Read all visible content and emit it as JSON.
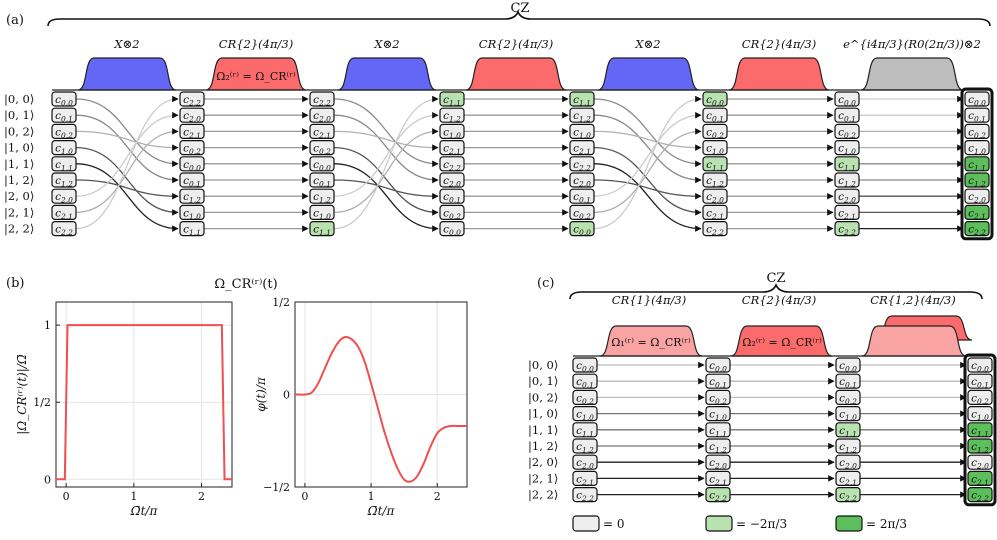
{
  "labels": {
    "panel_a": "(a)",
    "panel_b": "(b)",
    "panel_c": "(c)",
    "cz": "CZ",
    "x2": "X⊗2",
    "cr2": "CR{2}(4π/3)",
    "final_op": "e^{i4π/3}(R0(2π/3))⊗2",
    "omega2_eq": "Ω₂⁽ʳ⁾ = Ω_CR⁽ʳ⁾",
    "omega1_eq": "Ω₁⁽ʳ⁾ = Ω_CR⁽ʳ⁾",
    "omega_cr_title": "Ω_CR⁽ʳ⁾(t)",
    "cr1": "CR{1}(4π/3)",
    "cr12": "CR{1,2}(4π/3)"
  },
  "states": [
    "|0, 0⟩",
    "|0, 1⟩",
    "|0, 2⟩",
    "|1, 0⟩",
    "|1, 1⟩",
    "|1, 2⟩",
    "|2, 0⟩",
    "|2, 1⟩",
    "|2, 2⟩"
  ],
  "legend": [
    {
      "color": "#eeeeee",
      "label": "= 0"
    },
    {
      "color": "#b9e2b1",
      "label": "= −2π/3"
    },
    {
      "color": "#5cbf5c",
      "label": "= 2π/3"
    }
  ],
  "colors": {
    "blue": "#6466f6",
    "red": "#fc6b6b",
    "gray": "#bdbdbd",
    "light_red": "#f9a3a3",
    "cell": "#eeeeee",
    "light_green": "#b9e2b1",
    "green": "#5cbf5c",
    "plot": "#f04f4f"
  },
  "panel_a_columns": [
    [
      [
        "0,0",
        0
      ],
      [
        "0,1",
        0
      ],
      [
        "0,2",
        0
      ],
      [
        "1,0",
        0
      ],
      [
        "1,1",
        0
      ],
      [
        "1,2",
        0
      ],
      [
        "2,0",
        0
      ],
      [
        "2,1",
        0
      ],
      [
        "2,2",
        0
      ]
    ],
    [
      [
        "2,2",
        0
      ],
      [
        "2,0",
        0
      ],
      [
        "2,1",
        0
      ],
      [
        "0,2",
        0
      ],
      [
        "0,0",
        0
      ],
      [
        "0,1",
        0
      ],
      [
        "1,2",
        0
      ],
      [
        "1,0",
        0
      ],
      [
        "1,1",
        0
      ]
    ],
    [
      [
        "2,2",
        0
      ],
      [
        "2,0",
        0
      ],
      [
        "2,1",
        0
      ],
      [
        "0,2",
        0
      ],
      [
        "0,0",
        0
      ],
      [
        "0,1",
        0
      ],
      [
        "1,2",
        0
      ],
      [
        "1,0",
        0
      ],
      [
        "1,1",
        1
      ]
    ],
    [
      [
        "1,1",
        1
      ],
      [
        "1,2",
        0
      ],
      [
        "1,0",
        0
      ],
      [
        "2,1",
        0
      ],
      [
        "2,2",
        0
      ],
      [
        "2,0",
        0
      ],
      [
        "0,1",
        0
      ],
      [
        "0,2",
        0
      ],
      [
        "0,0",
        0
      ]
    ],
    [
      [
        "1,1",
        1
      ],
      [
        "1,2",
        0
      ],
      [
        "1,0",
        0
      ],
      [
        "2,1",
        0
      ],
      [
        "2,2",
        0
      ],
      [
        "2,0",
        0
      ],
      [
        "0,1",
        0
      ],
      [
        "0,2",
        0
      ],
      [
        "0,0",
        1
      ]
    ],
    [
      [
        "0,0",
        1
      ],
      [
        "0,1",
        0
      ],
      [
        "0,2",
        0
      ],
      [
        "1,0",
        0
      ],
      [
        "1,1",
        1
      ],
      [
        "1,2",
        0
      ],
      [
        "2,0",
        0
      ],
      [
        "2,1",
        0
      ],
      [
        "2,2",
        0
      ]
    ],
    [
      [
        "0,0",
        0
      ],
      [
        "0,1",
        0
      ],
      [
        "0,2",
        0
      ],
      [
        "1,0",
        0
      ],
      [
        "1,1",
        1
      ],
      [
        "1,2",
        0
      ],
      [
        "2,0",
        0
      ],
      [
        "2,1",
        0
      ],
      [
        "2,2",
        1
      ]
    ],
    [
      [
        "0,0",
        0
      ],
      [
        "0,1",
        0
      ],
      [
        "0,2",
        0
      ],
      [
        "1,0",
        0
      ],
      [
        "1,1",
        2
      ],
      [
        "1,2",
        2
      ],
      [
        "2,0",
        0
      ],
      [
        "2,1",
        2
      ],
      [
        "2,2",
        2
      ]
    ]
  ],
  "panel_c_columns": [
    [
      [
        "0,0",
        0
      ],
      [
        "0,1",
        0
      ],
      [
        "0,2",
        0
      ],
      [
        "1,0",
        0
      ],
      [
        "1,1",
        0
      ],
      [
        "1,2",
        0
      ],
      [
        "2,0",
        0
      ],
      [
        "2,1",
        0
      ],
      [
        "2,2",
        0
      ]
    ],
    [
      [
        "0,0",
        0
      ],
      [
        "0,1",
        0
      ],
      [
        "0,2",
        0
      ],
      [
        "1,0",
        0
      ],
      [
        "1,1",
        0
      ],
      [
        "1,2",
        0
      ],
      [
        "2,0",
        0
      ],
      [
        "2,1",
        0
      ],
      [
        "2,2",
        1
      ]
    ],
    [
      [
        "0,0",
        0
      ],
      [
        "0,1",
        0
      ],
      [
        "0,2",
        0
      ],
      [
        "1,0",
        0
      ],
      [
        "1,1",
        1
      ],
      [
        "1,2",
        0
      ],
      [
        "2,0",
        0
      ],
      [
        "2,1",
        0
      ],
      [
        "2,2",
        1
      ]
    ],
    [
      [
        "0,0",
        0
      ],
      [
        "0,1",
        0
      ],
      [
        "0,2",
        0
      ],
      [
        "1,0",
        0
      ],
      [
        "1,1",
        2
      ],
      [
        "1,2",
        2
      ],
      [
        "2,0",
        0
      ],
      [
        "2,1",
        2
      ],
      [
        "2,2",
        2
      ]
    ]
  ],
  "chart_data": [
    {
      "type": "line",
      "ylabel": "|Ω_CR⁽ʳ⁾(t)|/Ω̄",
      "xlabel": "Ω̄t/π",
      "xlim": [
        -0.15,
        2.45
      ],
      "ylim": [
        -0.05,
        1.15
      ],
      "xticks": [
        {
          "v": 0,
          "l": "0"
        },
        {
          "v": 1,
          "l": "1"
        },
        {
          "v": 2,
          "l": "2"
        }
      ],
      "yticks": [
        {
          "v": 0,
          "l": "0"
        },
        {
          "v": 0.5,
          "l": "1/2"
        },
        {
          "v": 1,
          "l": "1"
        }
      ],
      "series": [
        {
          "x": [
            -0.15,
            -0.02,
            0.02,
            2.3,
            2.34,
            2.45
          ],
          "y": [
            0,
            0,
            1,
            1,
            0,
            0
          ]
        }
      ],
      "grid": true
    },
    {
      "type": "line",
      "ylabel": "φ(t)/π",
      "xlabel": "Ω̄t/π",
      "xlim": [
        -0.15,
        2.45
      ],
      "ylim": [
        -0.5,
        0.5
      ],
      "xticks": [
        {
          "v": 0,
          "l": "0"
        },
        {
          "v": 1,
          "l": "1"
        },
        {
          "v": 2,
          "l": "2"
        }
      ],
      "yticks": [
        {
          "v": -0.5,
          "l": "−1/2"
        },
        {
          "v": 0,
          "l": "0"
        },
        {
          "v": 0.5,
          "l": "1/2"
        }
      ],
      "series": [
        {
          "x": [
            -0.15,
            0,
            0.1,
            0.2,
            0.3,
            0.4,
            0.5,
            0.6,
            0.7,
            0.8,
            0.9,
            1.0,
            1.1,
            1.2,
            1.3,
            1.4,
            1.5,
            1.6,
            1.7,
            1.8,
            1.9,
            2.0,
            2.1,
            2.2,
            2.3,
            2.45
          ],
          "y": [
            0,
            0,
            0.01,
            0.06,
            0.14,
            0.22,
            0.28,
            0.31,
            0.3,
            0.26,
            0.18,
            0.06,
            -0.07,
            -0.2,
            -0.31,
            -0.4,
            -0.46,
            -0.47,
            -0.44,
            -0.37,
            -0.28,
            -0.21,
            -0.18,
            -0.17,
            -0.17,
            -0.17
          ]
        }
      ],
      "grid": true
    }
  ]
}
